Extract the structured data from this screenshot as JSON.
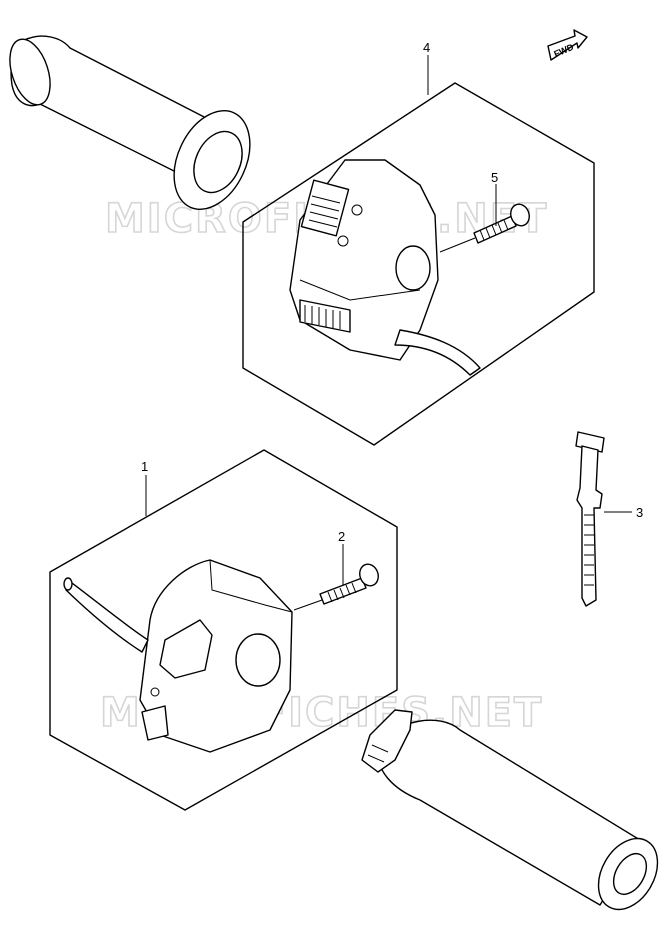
{
  "diagram": {
    "callouts": [
      {
        "id": "1",
        "label": "1"
      },
      {
        "id": "2",
        "label": "2"
      },
      {
        "id": "3",
        "label": "3"
      },
      {
        "id": "4",
        "label": "4"
      },
      {
        "id": "5",
        "label": "5"
      }
    ],
    "fwd_label": "FWD",
    "watermark": "MICROFICHES.NET"
  }
}
